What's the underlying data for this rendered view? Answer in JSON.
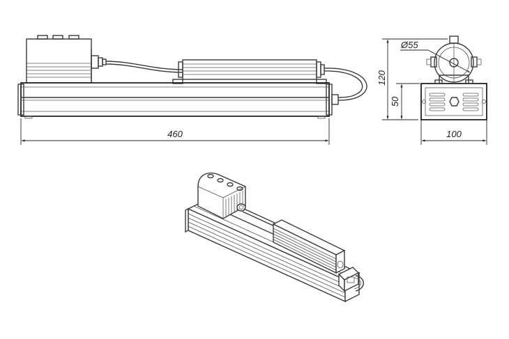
{
  "dimensions": {
    "length": "460",
    "height": "120",
    "base_height": "50",
    "width": "100",
    "diameter": "Ø55"
  }
}
